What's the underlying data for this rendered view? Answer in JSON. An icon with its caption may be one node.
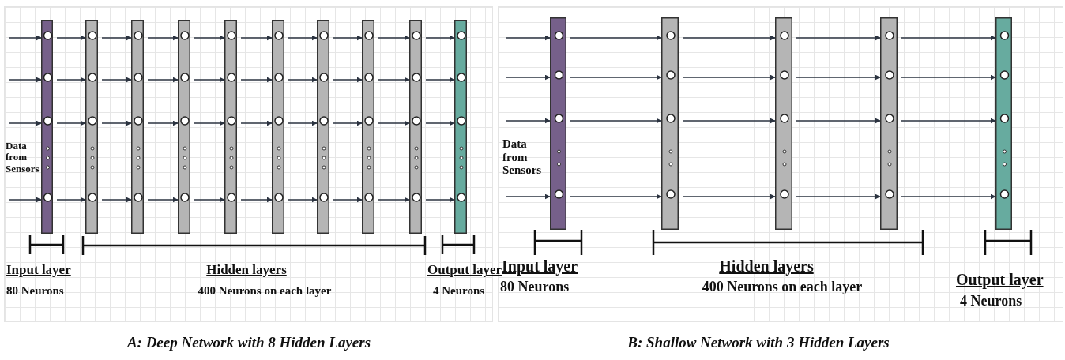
{
  "diagram": {
    "nodes": [
      {
        "text": [],
        "shape": "bar"
      },
      {
        "text": [],
        "shape": "bar"
      },
      {
        "text": [],
        "shape": "bar"
      },
      {
        "text": [],
        "shape": "bar"
      },
      {
        "text": [],
        "shape": "bar"
      },
      {
        "text": [],
        "shape": "bar"
      },
      {
        "text": [],
        "shape": "bar"
      },
      {
        "text": [],
        "shape": "bar"
      },
      {
        "text": [],
        "shape": "bar"
      },
      {
        "text": [],
        "shape": "bar"
      },
      {
        "text": [],
        "shape": "bar"
      },
      {
        "text": [],
        "shape": "bar"
      },
      {
        "text": [],
        "shape": "bar"
      },
      {
        "text": [],
        "shape": "bar"
      },
      {
        "text": [],
        "shape": "bar"
      }
    ],
    "edges": [
      {
        "from": null,
        "to": 0,
        "arrow": "to"
      },
      {
        "from": null,
        "to": 0,
        "arrow": "to"
      },
      {
        "from": null,
        "to": 0,
        "arrow": "to"
      },
      {
        "from": null,
        "to": 0,
        "arrow": "to"
      },
      {
        "from": 0,
        "to": 1,
        "arrow": "to"
      },
      {
        "from": 0,
        "to": 1,
        "arrow": "to"
      },
      {
        "from": 0,
        "to": 1,
        "arrow": "to"
      },
      {
        "from": 0,
        "to": 1,
        "arrow": "to"
      },
      {
        "from": 1,
        "to": 2,
        "arrow": "to"
      },
      {
        "from": 1,
        "to": 2,
        "arrow": "to"
      },
      {
        "from": 1,
        "to": 2,
        "arrow": "to"
      },
      {
        "from": 1,
        "to": 2,
        "arrow": "to"
      },
      {
        "from": 2,
        "to": 3,
        "arrow": "to"
      },
      {
        "from": 2,
        "to": 3,
        "arrow": "to"
      },
      {
        "from": 2,
        "to": 3,
        "arrow": "to"
      },
      {
        "from": 2,
        "to": 3,
        "arrow": "to"
      },
      {
        "from": 3,
        "to": 4,
        "arrow": "to"
      },
      {
        "from": 3,
        "to": 4,
        "arrow": "to"
      },
      {
        "from": 3,
        "to": 4,
        "arrow": "to"
      },
      {
        "from": 3,
        "to": 4,
        "arrow": "to"
      },
      {
        "from": 4,
        "to": 5,
        "arrow": "to"
      },
      {
        "from": 4,
        "to": 5,
        "arrow": "to"
      },
      {
        "from": 4,
        "to": 5,
        "arrow": "to"
      },
      {
        "from": 4,
        "to": 5,
        "arrow": "to"
      },
      {
        "from": 5,
        "to": 6,
        "arrow": "to"
      },
      {
        "from": 5,
        "to": 6,
        "arrow": "to"
      },
      {
        "from": 5,
        "to": 6,
        "arrow": "to"
      },
      {
        "from": 5,
        "to": 6,
        "arrow": "to"
      },
      {
        "from": 6,
        "to": 7,
        "arrow": "to"
      },
      {
        "from": 6,
        "to": 7,
        "arrow": "to"
      },
      {
        "from": 6,
        "to": 7,
        "arrow": "to"
      },
      {
        "from": 6,
        "to": 7,
        "arrow": "to"
      },
      {
        "from": 7,
        "to": 8,
        "arrow": "to"
      },
      {
        "from": 7,
        "to": 8,
        "arrow": "to"
      },
      {
        "from": 7,
        "to": 8,
        "arrow": "to"
      },
      {
        "from": 7,
        "to": 8,
        "arrow": "to"
      },
      {
        "from": 8,
        "to": 9,
        "arrow": "to"
      },
      {
        "from": 8,
        "to": 9,
        "arrow": "to"
      },
      {
        "from": 8,
        "to": 9,
        "arrow": "to"
      },
      {
        "from": 8,
        "to": 9,
        "arrow": "to"
      },
      {
        "from": null,
        "to": 10,
        "arrow": "to"
      },
      {
        "from": null,
        "to": 10,
        "arrow": "to"
      },
      {
        "from": null,
        "to": 10,
        "arrow": "to"
      },
      {
        "from": null,
        "to": 10,
        "arrow": "to"
      },
      {
        "from": 10,
        "to": 11,
        "arrow": "to"
      },
      {
        "from": 10,
        "to": 11,
        "arrow": "to"
      },
      {
        "from": 10,
        "to": 11,
        "arrow": "to"
      },
      {
        "from": 10,
        "to": 11,
        "arrow": "to"
      },
      {
        "from": 11,
        "to": 12,
        "arrow": "to"
      },
      {
        "from": 11,
        "to": 12,
        "arrow": "to"
      },
      {
        "from": 11,
        "to": 12,
        "arrow": "to"
      },
      {
        "from": 11,
        "to": 12,
        "arrow": "to"
      },
      {
        "from": 12,
        "to": 13,
        "arrow": "to"
      },
      {
        "from": 12,
        "to": 13,
        "arrow": "to"
      },
      {
        "from": 12,
        "to": 13,
        "arrow": "to"
      },
      {
        "from": 12,
        "to": 13,
        "arrow": "to"
      },
      {
        "from": 13,
        "to": 14,
        "arrow": "to"
      },
      {
        "from": 13,
        "to": 14,
        "arrow": "to"
      },
      {
        "from": 13,
        "to": 14,
        "arrow": "to"
      },
      {
        "from": 13,
        "to": 14,
        "arrow": "to"
      }
    ],
    "labels": [
      "Data from Sensors",
      "Input layer",
      "80 Neurons",
      "Hidden layers",
      "400 Neurons on each layer",
      "Output layer",
      "4 Neurons",
      "Data from Sensors",
      "Input layer",
      "80 Neurons",
      "Hidden layers",
      "400 Neurons on each layer",
      "Output layer",
      "4 Neurons",
      "A: Deep Network with 8 Hidden Layers",
      "B: Shallow Network with 3 Hidden Layers"
    ]
  }
}
